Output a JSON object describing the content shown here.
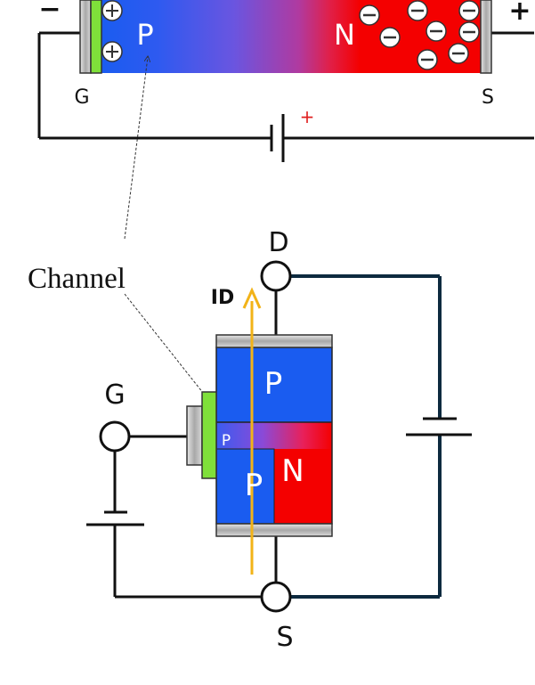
{
  "top": {
    "left_sign": "−",
    "right_sign": "+",
    "p_label": "P",
    "n_label": "N",
    "g_label": "G",
    "s_label": "S",
    "battery_plus": "+",
    "holes_symbol": "⊕",
    "electrons_symbol": "⊖"
  },
  "bottom": {
    "channel_label": "Channel",
    "d_label": "D",
    "g_label": "G",
    "s_label": "S",
    "id_label": "ID",
    "p_upper": "P",
    "p_small": "P",
    "p_lower": "P",
    "n_label": "N"
  },
  "colors": {
    "p_blue": "#1a5cf0",
    "n_red": "#f00000",
    "gate_green": "#7fe03a",
    "electrode_gray": "#b8b8b8",
    "wire_dark": "#0d2a3f",
    "current_yellow": "#f2b318"
  }
}
